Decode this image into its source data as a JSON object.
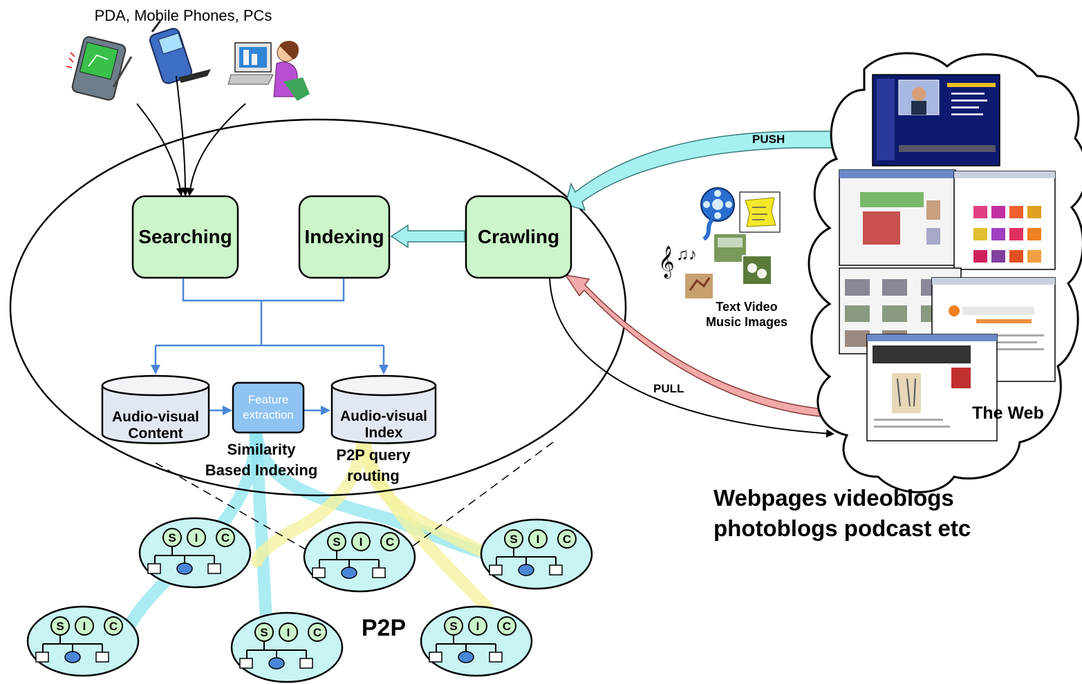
{
  "devices_label": "PDA, Mobile Phones, PCs",
  "modules": {
    "searching": "Searching",
    "indexing": "Indexing",
    "crawling": "Crawling"
  },
  "storage": {
    "content_line1": "Audio-visual",
    "content_line2": "Content",
    "index_line1": "Audio-visual",
    "index_line2": "Index",
    "feature_line1": "Feature",
    "feature_line2": "extraction"
  },
  "captions": {
    "similarity_line1": "Similarity",
    "similarity_line2": "Based Indexing",
    "p2p_query_line1": "P2P query",
    "p2p_query_line2": "routing",
    "push": "PUSH",
    "pull": "PULL",
    "media_line1": "Text Video",
    "media_line2": "Music Images",
    "the_web": "The Web",
    "web_desc_line1": "Webpages videoblogs",
    "web_desc_line2": "photoblogs podcast etc",
    "p2p": "P2P"
  },
  "peer_node": {
    "s": "S",
    "i": "I",
    "c": "C"
  },
  "colors": {
    "module_fill": "#ccf5c9",
    "peer_fill": "#c8f4f4",
    "push_arrow": "#a6f0f0",
    "pull_arrow": "#f2a9a9",
    "cyan_flow": "#8fe6ef",
    "yellow_flow": "#f4f3a0",
    "connector_blue": "#4a86d8",
    "feature_fill": "#8fc3f2"
  }
}
